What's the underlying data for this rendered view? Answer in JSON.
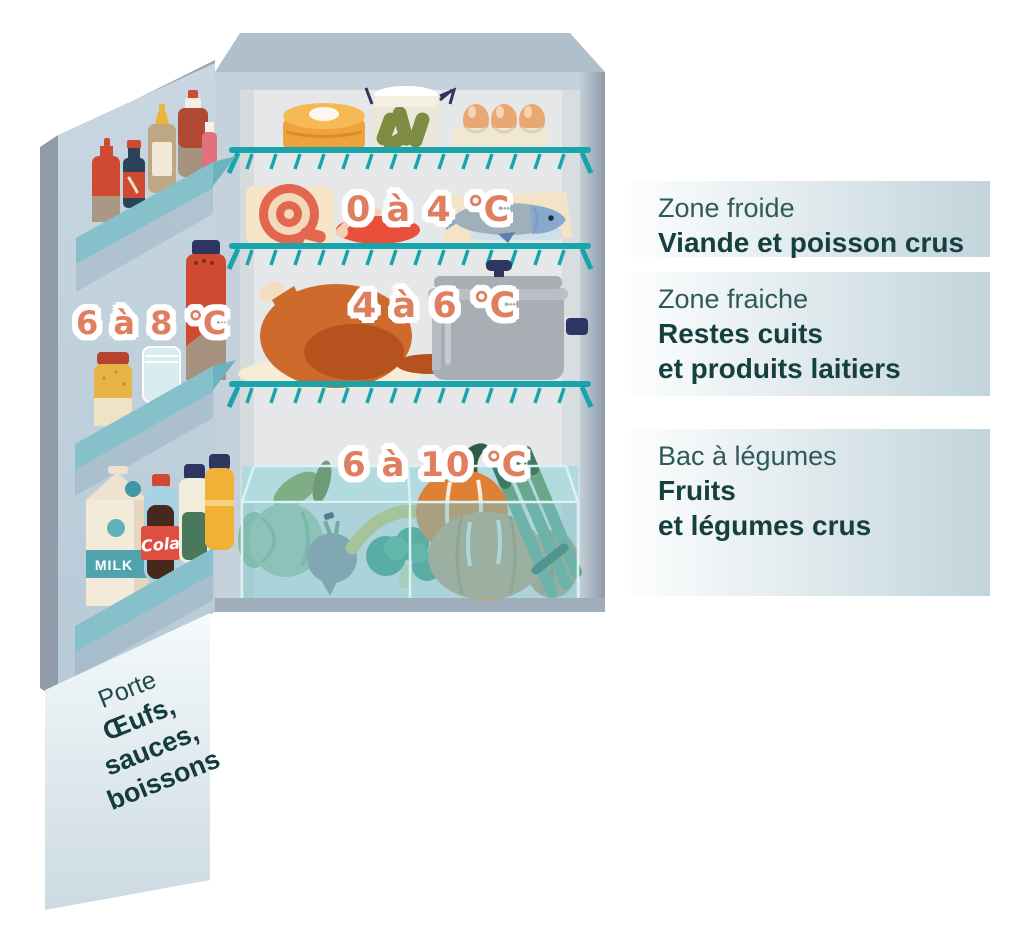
{
  "badges": {
    "cold_zone_temp": "0 à 4 ℃",
    "fresh_zone_temp": "4 à 6 ℃",
    "vegetable_bin_temp": "6 à 10 ℃",
    "door_temp": "6 à 8 ℃"
  },
  "zone_labels": [
    {
      "title": "Zone froide",
      "lines": [
        "Viande et poisson crus"
      ]
    },
    {
      "title": "Zone fraiche",
      "lines": [
        "Restes cuits",
        "et produits laitiers"
      ]
    },
    {
      "title": "Bac à légumes",
      "lines": [
        "Fruits",
        "et légumes crus"
      ]
    }
  ],
  "door_label": {
    "title": "Porte",
    "lines": [
      "Œufs,",
      "sauces,",
      "boissons"
    ]
  },
  "product_text": {
    "milk_carton": "MILK",
    "cola_bottle": "Cola"
  },
  "colors": {
    "badge_text": "#df7f60",
    "zone_title_text": "#2e5b5a",
    "zone_bold_text": "#16403f",
    "shelf_teal": "#17a5ab",
    "door_shelf_teal": "#85c0cb",
    "fridge_frame": "#c6d2db",
    "door_face": "#c2d3de",
    "panel_gradient_end": "#c2d4dc"
  }
}
